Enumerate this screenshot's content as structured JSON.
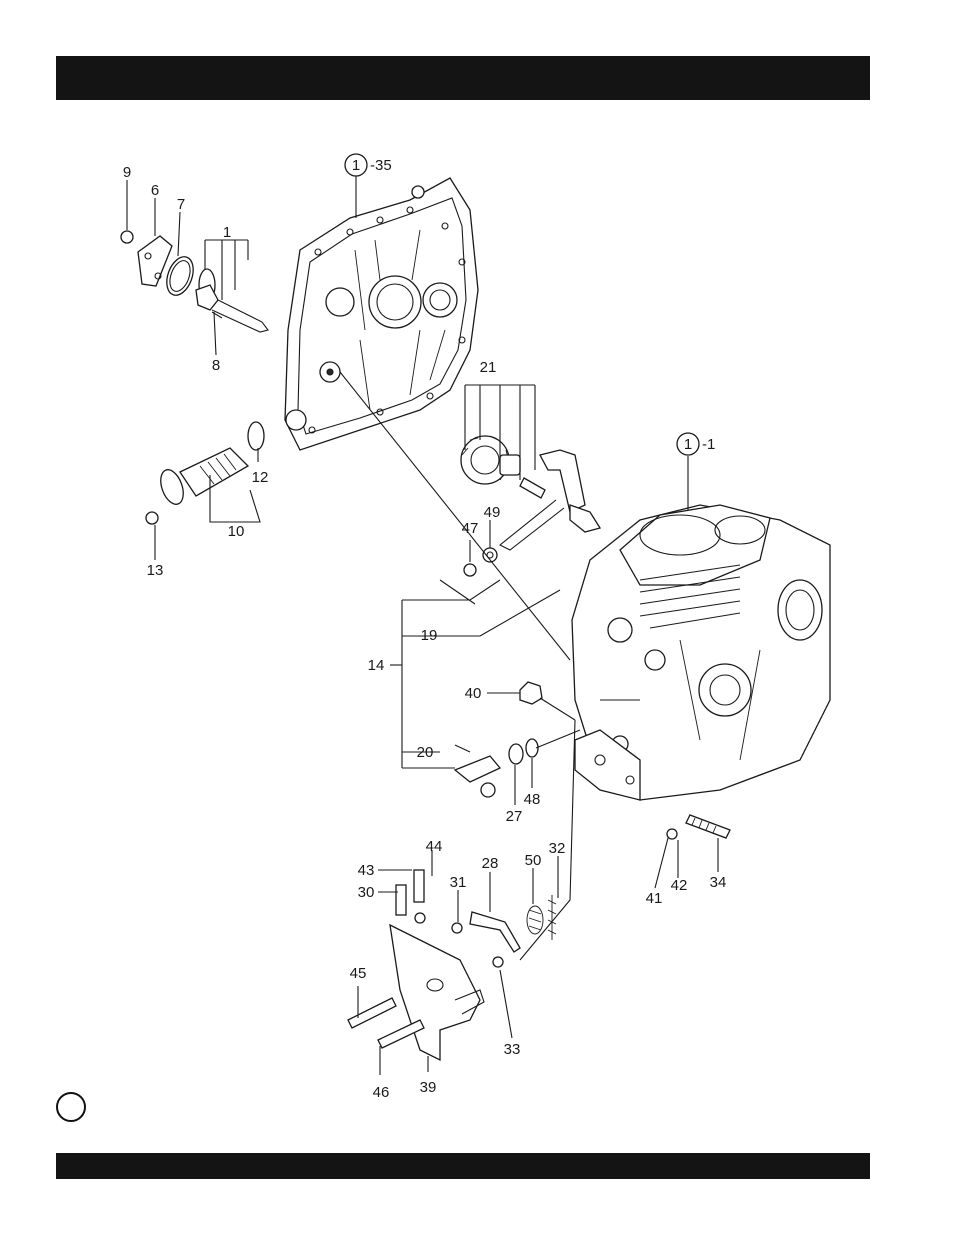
{
  "header": {
    "title": ""
  },
  "footer": {
    "text": ""
  },
  "diagram": {
    "callouts": {
      "c9": "9",
      "c6": "6",
      "c7": "7",
      "c1": "1",
      "c8": "8",
      "c10": "10",
      "c12": "12",
      "c13": "13",
      "c21": "21",
      "c47": "47",
      "c49": "49",
      "c14": "14",
      "c19": "19",
      "c20": "20",
      "c40": "40",
      "c27": "27",
      "c48": "48",
      "c41": "41",
      "c42": "42",
      "c34": "34",
      "c43": "43",
      "c44": "44",
      "c30": "30",
      "c31": "31",
      "c28": "28",
      "c50": "50",
      "c32": "32",
      "c45": "45",
      "c46": "46",
      "c39": "39",
      "c33": "33"
    },
    "assembly_35": {
      "ref": "1",
      "suffix": "-35"
    },
    "assembly_1": {
      "ref": "1",
      "suffix": "-1"
    }
  }
}
